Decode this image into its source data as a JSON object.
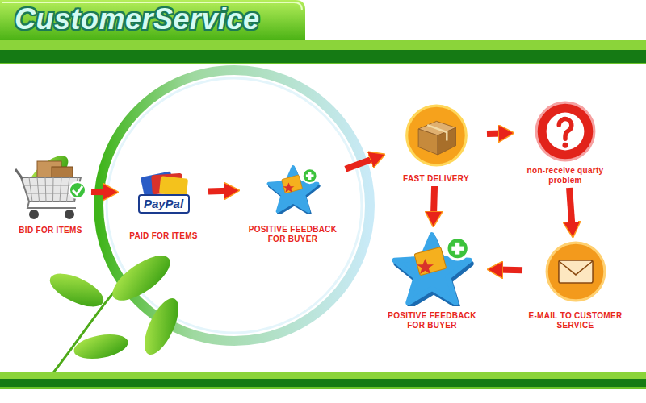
{
  "diagram": {
    "title": "CustomerService",
    "nodes": [
      {
        "text": [
          "BID FOR ITEMS"
        ]
      },
      {
        "text": [
          "PAID FOR ITEMS"
        ]
      },
      {
        "text": [
          "POSITIVE FEEDBACK FOR BUYER"
        ]
      },
      {
        "text": [
          "FAST DELIVERY"
        ]
      },
      {
        "text": [
          "non-receive quarty problem"
        ]
      },
      {
        "text": [
          "E-MAIL TO CUSTOMER SERVICE"
        ]
      },
      {
        "text": [
          "POSITIVE FEEDBACK FOR BUYER"
        ]
      }
    ],
    "edges": [
      {
        "from": 0,
        "to": 1,
        "arrow": "to"
      },
      {
        "from": 1,
        "to": 2,
        "arrow": "to"
      },
      {
        "from": 2,
        "to": 3,
        "arrow": "to"
      },
      {
        "from": 3,
        "to": 4,
        "arrow": "to"
      },
      {
        "from": 4,
        "to": 5,
        "arrow": "to"
      },
      {
        "from": 5,
        "to": 6,
        "arrow": "to"
      },
      {
        "from": 3,
        "to": 6,
        "arrow": "to"
      }
    ],
    "labels": [
      "PayPal"
    ]
  }
}
